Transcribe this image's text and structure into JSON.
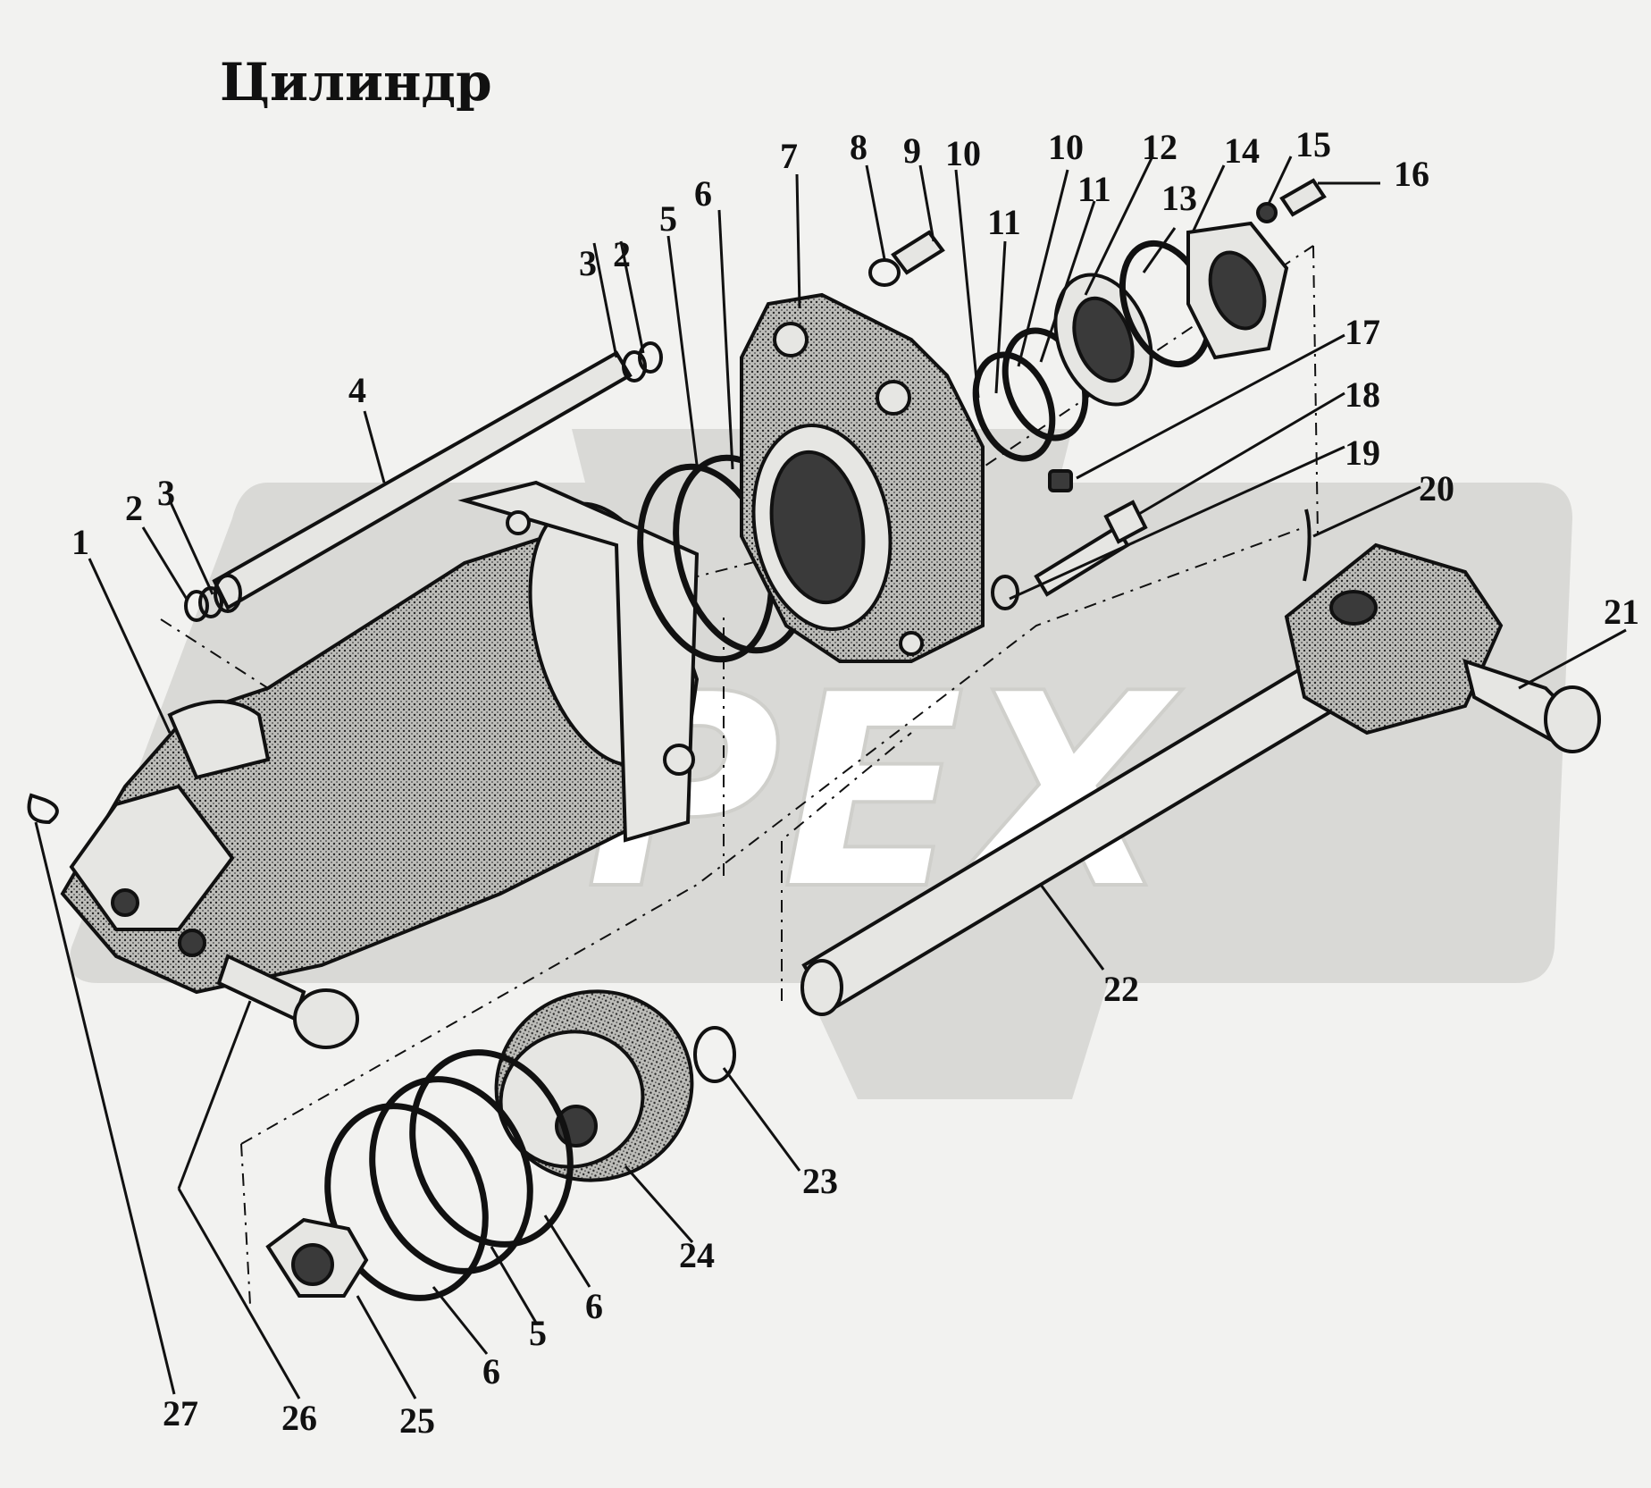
{
  "title": "Цилиндр",
  "watermark": {
    "text": "OPEX"
  },
  "labels": {
    "l1": "1",
    "l2a": "2",
    "l2b": "2",
    "l3a": "3",
    "l3b": "3",
    "l4": "4",
    "l5a": "5",
    "l5b": "5",
    "l6a": "6",
    "l6b": "6",
    "l6c": "6",
    "l7": "7",
    "l8": "8",
    "l9": "9",
    "l10a": "10",
    "l10b": "10",
    "l11a": "11",
    "l11b": "11",
    "l12": "12",
    "l13": "13",
    "l14": "14",
    "l15": "15",
    "l16": "16",
    "l17": "17",
    "l18": "18",
    "l19": "19",
    "l20": "20",
    "l21": "21",
    "l22": "22",
    "l23": "23",
    "l24": "24",
    "l25": "25",
    "l26": "26",
    "l27": "27"
  }
}
